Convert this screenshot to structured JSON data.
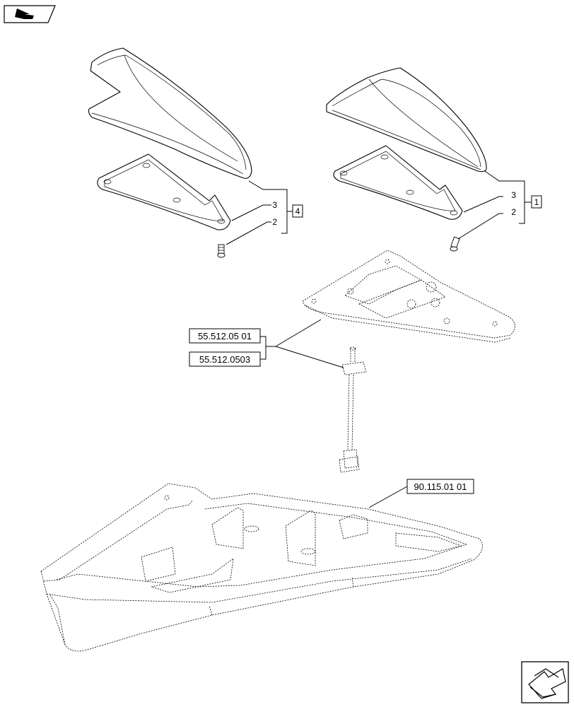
{
  "icons": {
    "nav_prev": "arrow-bracket-icon",
    "nav_next": "arrow-bracket-icon"
  },
  "callouts": {
    "ref_a": "55.512.05 01",
    "ref_b": "55.512.0503",
    "ref_c": "90.115.01 01"
  },
  "left_group": {
    "item_upper": "3",
    "item_lower": "2",
    "kit": "4"
  },
  "right_group": {
    "item_upper": "3",
    "item_lower": "2",
    "kit": "1"
  }
}
